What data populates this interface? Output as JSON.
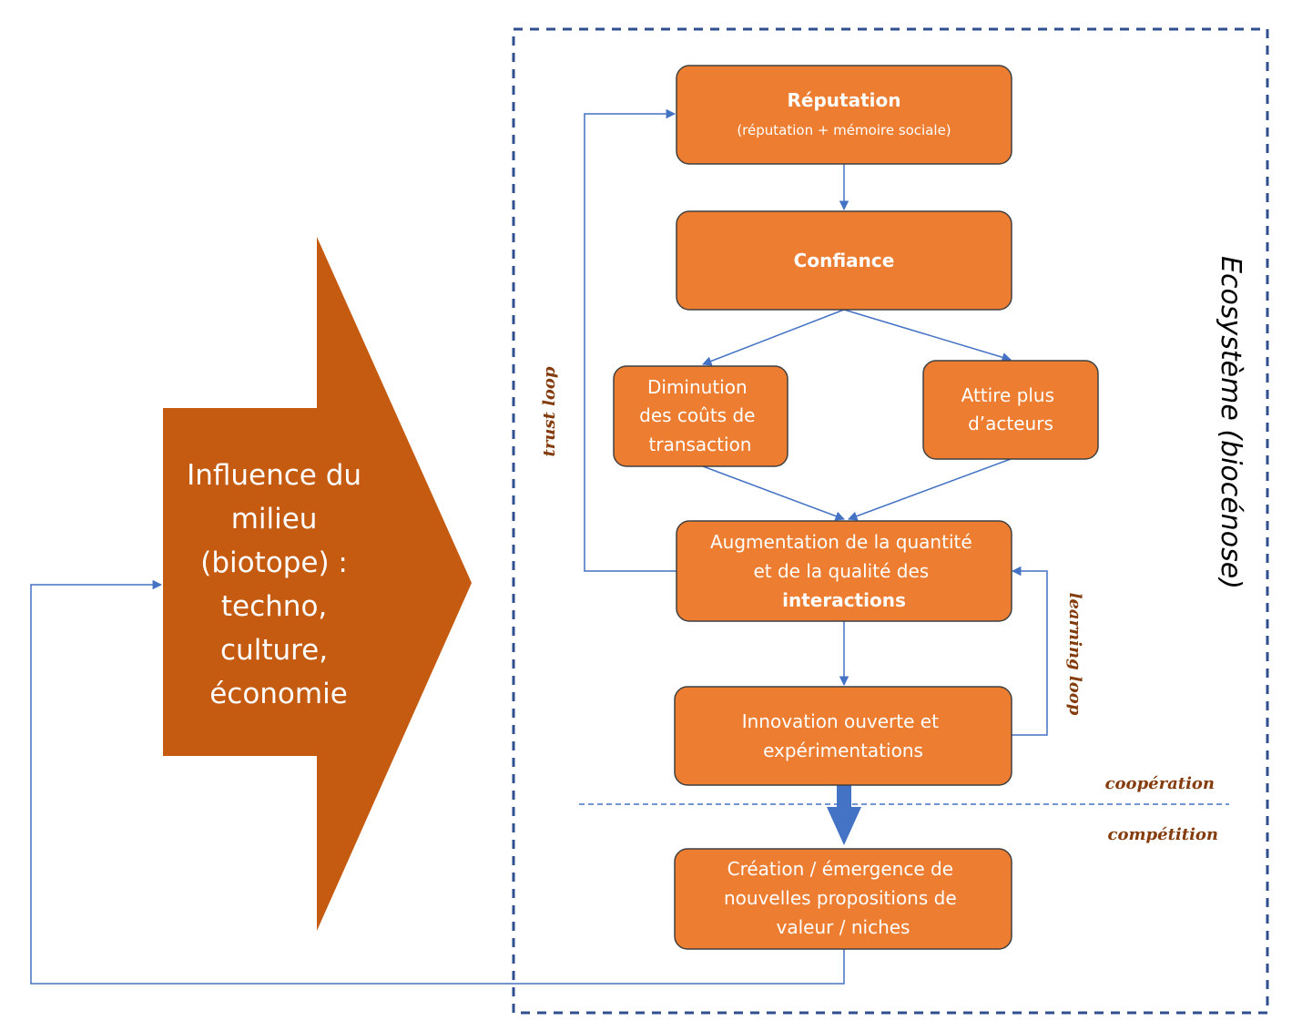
{
  "influence": {
    "lines": [
      "Influence du",
      "milieu",
      "(biotope) :",
      "techno,",
      "culture,",
      "économie"
    ],
    "color": "#c55a11"
  },
  "ecosystem": {
    "label": "Ecosystème (biocénose)",
    "border_color": "#2f4f8f"
  },
  "nodes": {
    "reputation": {
      "title": "Réputation",
      "subtitle": "(réputation + mémoire sociale)"
    },
    "confiance": {
      "title": "Confiance"
    },
    "diminution": {
      "lines": [
        "Diminution",
        "des coûts de",
        "transaction"
      ]
    },
    "attire": {
      "lines": [
        "Attire plus",
        "d’acteurs"
      ]
    },
    "augmentation": {
      "lines": [
        "Augmentation de la quantité",
        "et de la qualité des"
      ],
      "bold_line": "interactions"
    },
    "innovation": {
      "lines": [
        "Innovation ouverte et",
        "expérimentations"
      ]
    },
    "creation": {
      "lines": [
        "Création / émergence de",
        "nouvelles propositions de",
        "valeur / niches"
      ]
    }
  },
  "labels": {
    "trust_loop": "trust loop",
    "learning_loop": "learning loop",
    "cooperation": "coopération",
    "competition": "compétition"
  },
  "colors": {
    "node_fill": "#ed7d31",
    "node_stroke": "#404040",
    "arrow": "#4472c4",
    "loop_label": "#843c0c"
  }
}
